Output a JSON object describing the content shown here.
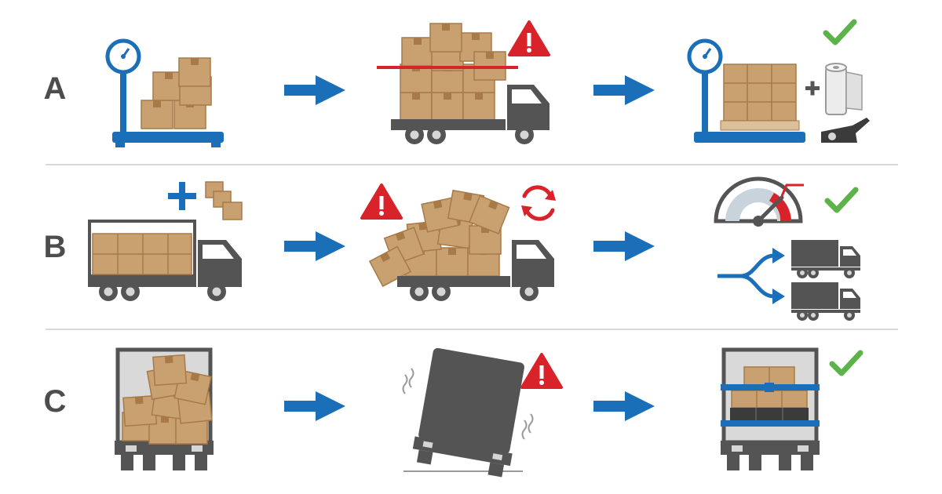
{
  "rows": [
    {
      "label": "A"
    },
    {
      "label": "B"
    },
    {
      "label": "C"
    }
  ],
  "colors": {
    "box": "#c9a06f",
    "box_dark": "#a87a48",
    "box_tape": "#e2c296",
    "truck": "#545454",
    "truck_light": "#7a7a7a",
    "accent_blue": "#1a6fb8",
    "warning_red": "#d8232a",
    "check_green": "#5cb34a",
    "label": "#4d4d4d"
  },
  "icons": [
    "scale-icon",
    "boxes-icon",
    "truck-icon",
    "warning-icon",
    "limit-line-icon",
    "plus-icon",
    "stretch-wrap-icon",
    "strapping-tool-icon",
    "check-icon",
    "refresh-icon",
    "speedometer-icon",
    "split-arrow-icon",
    "tilted-truck-icon",
    "ratchet-strap-icon",
    "arrow-right-icon"
  ]
}
